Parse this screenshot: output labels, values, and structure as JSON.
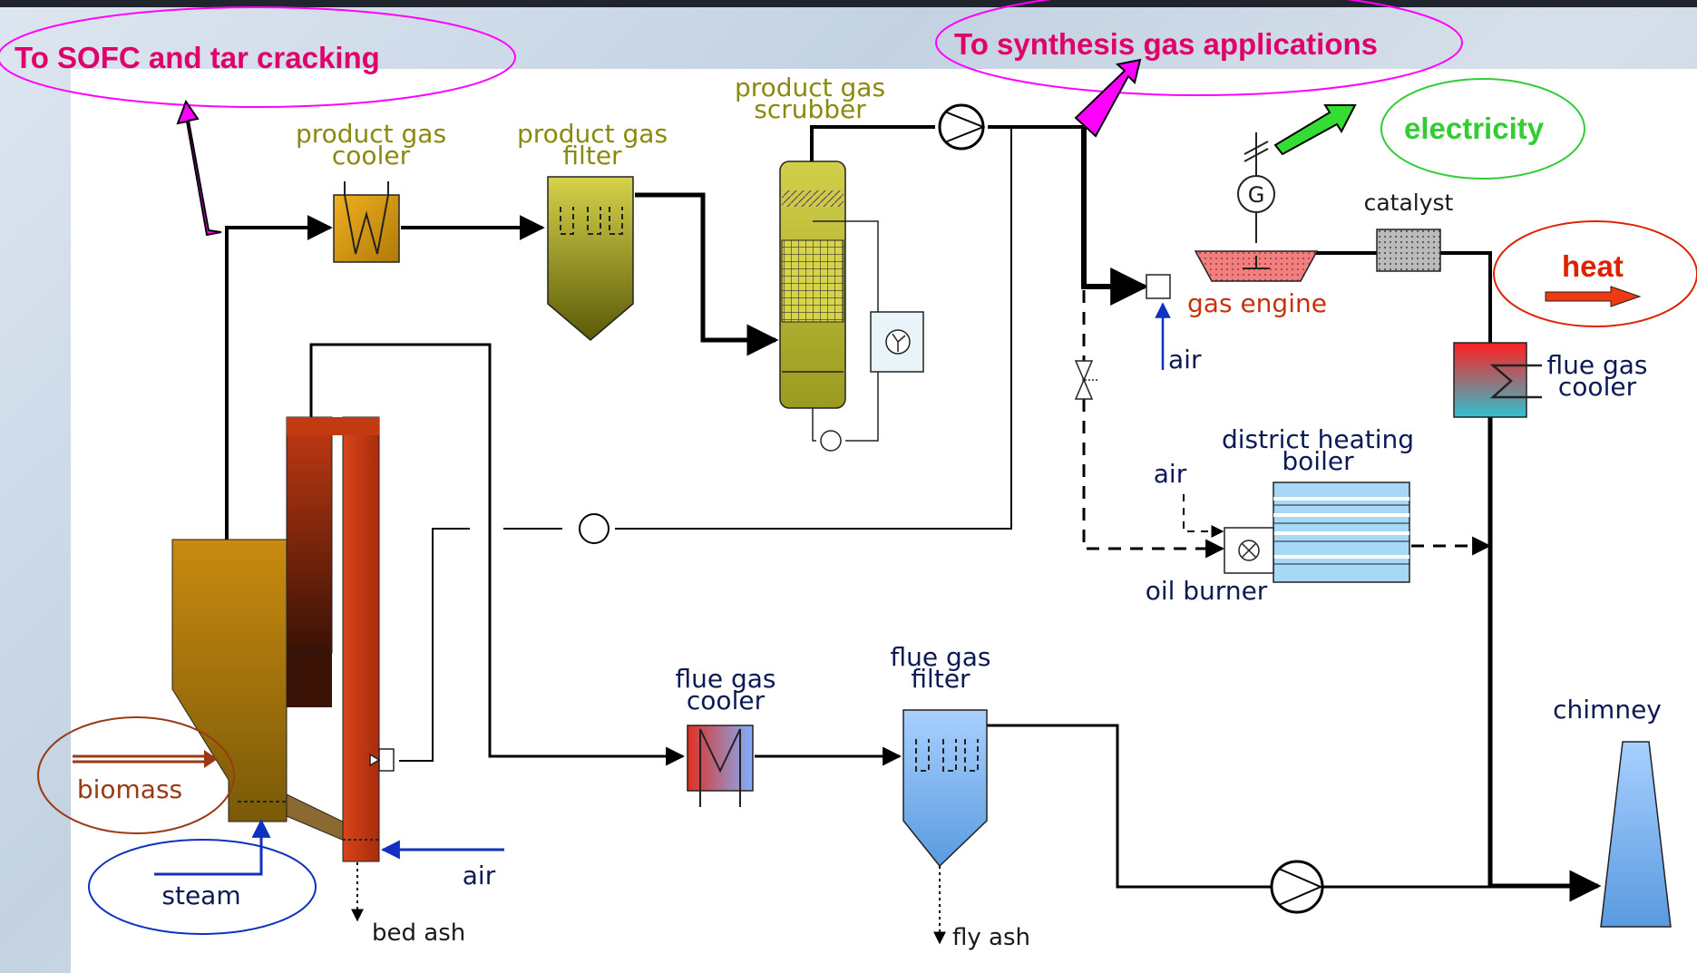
{
  "labels": {
    "sofc": "To SOFC and tar cracking",
    "synthesis": "To synthesis gas applications",
    "electricity": "electricity",
    "heat": "heat",
    "pg_cooler_1": "product gas",
    "pg_cooler_2": "cooler",
    "pg_filter_1": "product gas",
    "pg_filter_2": "filter",
    "pg_scrubber_1": "product gas",
    "pg_scrubber_2": "scrubber",
    "catalyst": "catalyst",
    "gas_engine": "gas engine",
    "generator": "G",
    "air_engine": "air",
    "fg_cooler_right_1": "flue gas",
    "fg_cooler_right_2": "cooler",
    "dh_boiler_1": "district heating",
    "dh_boiler_2": "boiler",
    "air_boiler": "air",
    "oil_burner": "oil burner",
    "fg_cooler_mid_1": "flue gas",
    "fg_cooler_mid_2": "cooler",
    "fg_filter_1": "flue gas",
    "fg_filter_2": "filter",
    "chimney": "chimney",
    "biomass": "biomass",
    "steam": "steam",
    "air_gasifier": "air",
    "bed_ash": "bed ash",
    "fly_ash": "fly ash"
  },
  "colors": {
    "magenta": "#ff00ff",
    "green": "#33cc33",
    "red": "#dd2200",
    "orange_red": "#c8320a",
    "olive": "#8a8a10",
    "blue": "#1030c0",
    "brown": "#9a3a14"
  }
}
